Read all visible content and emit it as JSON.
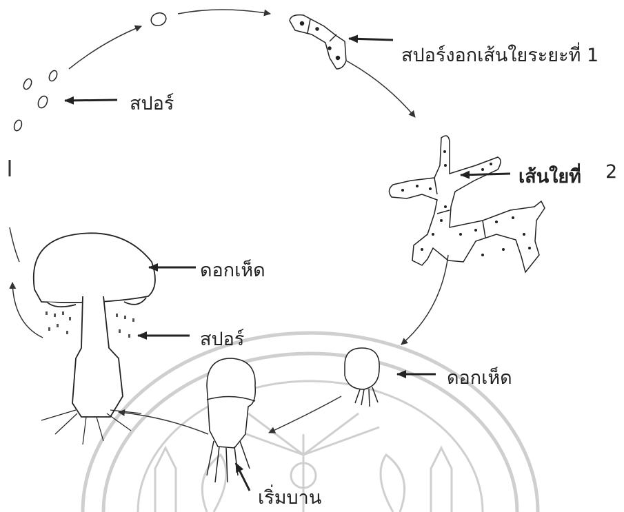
{
  "labels": {
    "spore_germ": "สปอร์งอกเส้นใยระยะที่ 1",
    "spore_top": "สปอร์",
    "hypha_2_text": "เส้นใยที่",
    "hypha_2_num": "2",
    "mushroom": "ดอกเห็ด",
    "spore_bottom": "สปอร์",
    "mushroom_small": "ดอกเห็ด",
    "start_bloom": "เริ่มบาน"
  },
  "colors": {
    "ink": "#222222",
    "arrow": "#333333",
    "watermark": "#c9c9c9"
  }
}
